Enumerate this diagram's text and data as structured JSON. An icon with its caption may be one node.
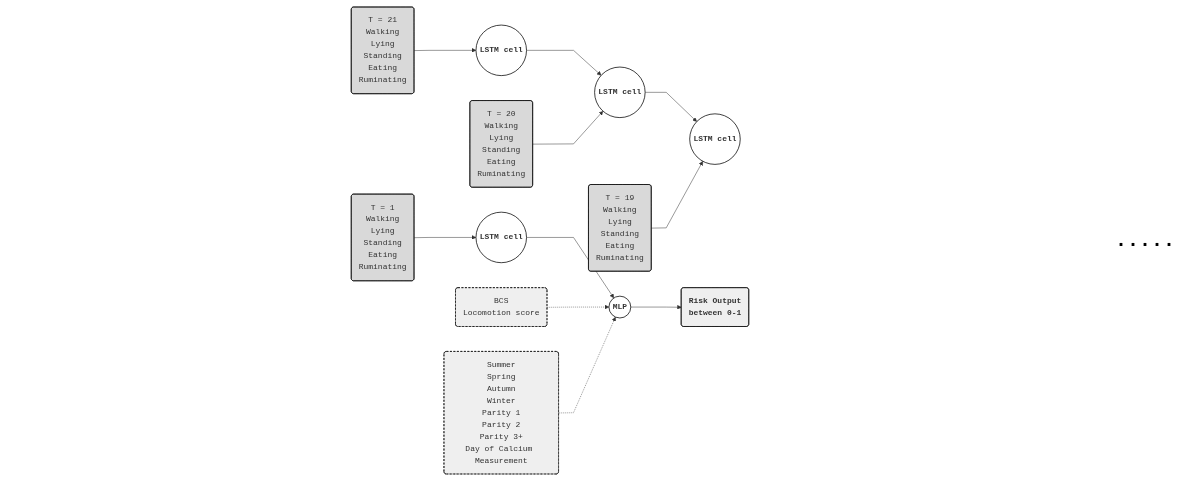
{
  "diagram": {
    "nodes": [
      {
        "text": [
          "LSTM cell"
        ]
      },
      {
        "text": [
          "LSTM cell"
        ]
      },
      {
        "text": [
          "LSTM cell"
        ]
      },
      {
        "text": [
          "LSTM cell"
        ]
      },
      {
        "text": [
          "MLP"
        ]
      },
      {
        "text": [
          "Risk Output",
          "between 0-1"
        ]
      },
      {
        "text": [
          "BCS",
          "Locomotion score"
        ]
      },
      {
        "text": [
          "T = 21",
          "Walking",
          "Lying",
          "Standing",
          "Eating",
          "Ruminating"
        ]
      },
      {
        "text": [
          "T = 20",
          "Walking",
          "Lying",
          "Standing",
          "Eating",
          "Ruminating"
        ]
      },
      {
        "text": [
          "T = 19",
          "Walking",
          "Lying",
          "Standing",
          "Eating",
          "Ruminating"
        ]
      },
      {
        "text": [
          "T = 1",
          "Walking",
          "Lying",
          "Standing",
          "Eating",
          "Ruminating"
        ]
      },
      {
        "text": [
          "Summer",
          "Spring",
          "Autumn",
          "Winter",
          "Parity 1",
          "Parity 2",
          "Parity 3+",
          "Day of Calcium Measurement"
        ]
      }
    ],
    "edges": [
      {
        "from": 0,
        "to": 1,
        "arrow": "to"
      },
      {
        "from": 1,
        "to": 2,
        "arrow": "to"
      },
      {
        "from": 3,
        "to": 4,
        "arrow": "to"
      },
      {
        "from": 4,
        "to": 5,
        "arrow": "to"
      },
      {
        "from": 6,
        "to": 4,
        "arrow": "to",
        "style": "dashed"
      },
      {
        "from": 11,
        "to": 4,
        "arrow": "to",
        "style": "dashed"
      },
      {
        "from": 7,
        "to": 0,
        "arrow": "to"
      },
      {
        "from": 8,
        "to": 1,
        "arrow": "to"
      },
      {
        "from": 9,
        "to": 2,
        "arrow": "to"
      },
      {
        "from": 10,
        "to": 3,
        "arrow": "to"
      }
    ],
    "labels": [
      "....."
    ]
  }
}
